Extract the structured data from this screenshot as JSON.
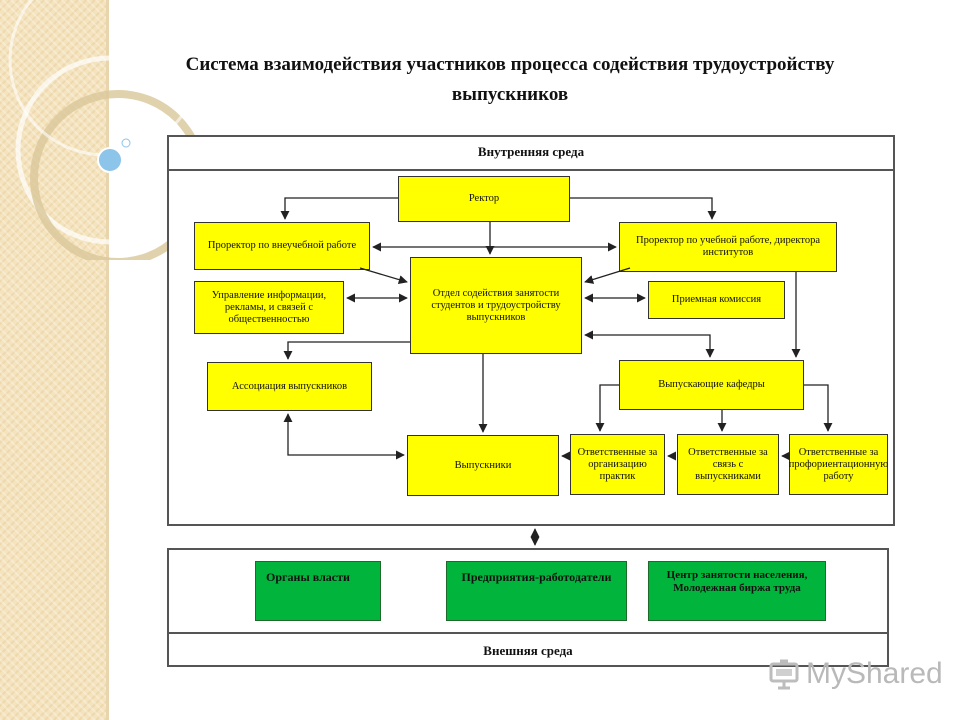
{
  "title": "Система взаимодействия участников процесса содействия трудоустройству выпускников",
  "colors": {
    "yellow": "#ffff00",
    "green": "#00b43c",
    "line": "#222222"
  },
  "internal": {
    "label": "Внутренняя среда",
    "rector": "Ректор",
    "prorector_extra": "Проректор по внеучебной работе",
    "prorector_study": "Проректор по учебной работе, директора институтов",
    "department": "Отдел содействия занятости студентов и трудоустройству выпускников",
    "info_dept": "Управление информации, рекламы, и связей с общественностью",
    "admission": "Приемная комиссия",
    "association": "Ассоциация выпускников",
    "graduating_depts": "Выпускающие кафедры",
    "graduates": "Выпускники",
    "resp_practice": "Ответственные за организацию практик",
    "resp_contact": "Ответственные за связь с выпускниками",
    "resp_career": "Ответственные за профориентационную работу"
  },
  "external": {
    "label": "Внешняя среда",
    "authorities": "Органы власти",
    "employers": "Предприятия-работодатели",
    "employment_center": "Центр занятости населения, Молодежная биржа труда"
  },
  "watermark": {
    "brand": "MyShared",
    "icon": "presentation-board-icon"
  }
}
